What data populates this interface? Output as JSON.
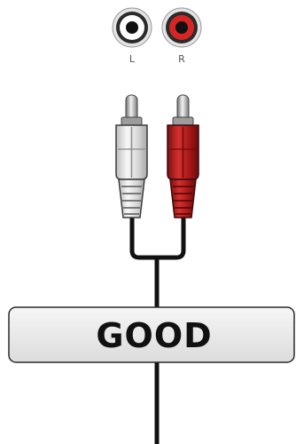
{
  "jacks": [
    {
      "label": "L",
      "color": "#ffffff",
      "ring": "#333333"
    },
    {
      "label": "R",
      "color": "#d62525",
      "ring": "#333333"
    }
  ],
  "plugs": {
    "left_color": "#ececec",
    "right_color": "#c81e1e",
    "cable_color": "#111111"
  },
  "status": {
    "text": "GOOD",
    "box_color": "#ececec"
  }
}
